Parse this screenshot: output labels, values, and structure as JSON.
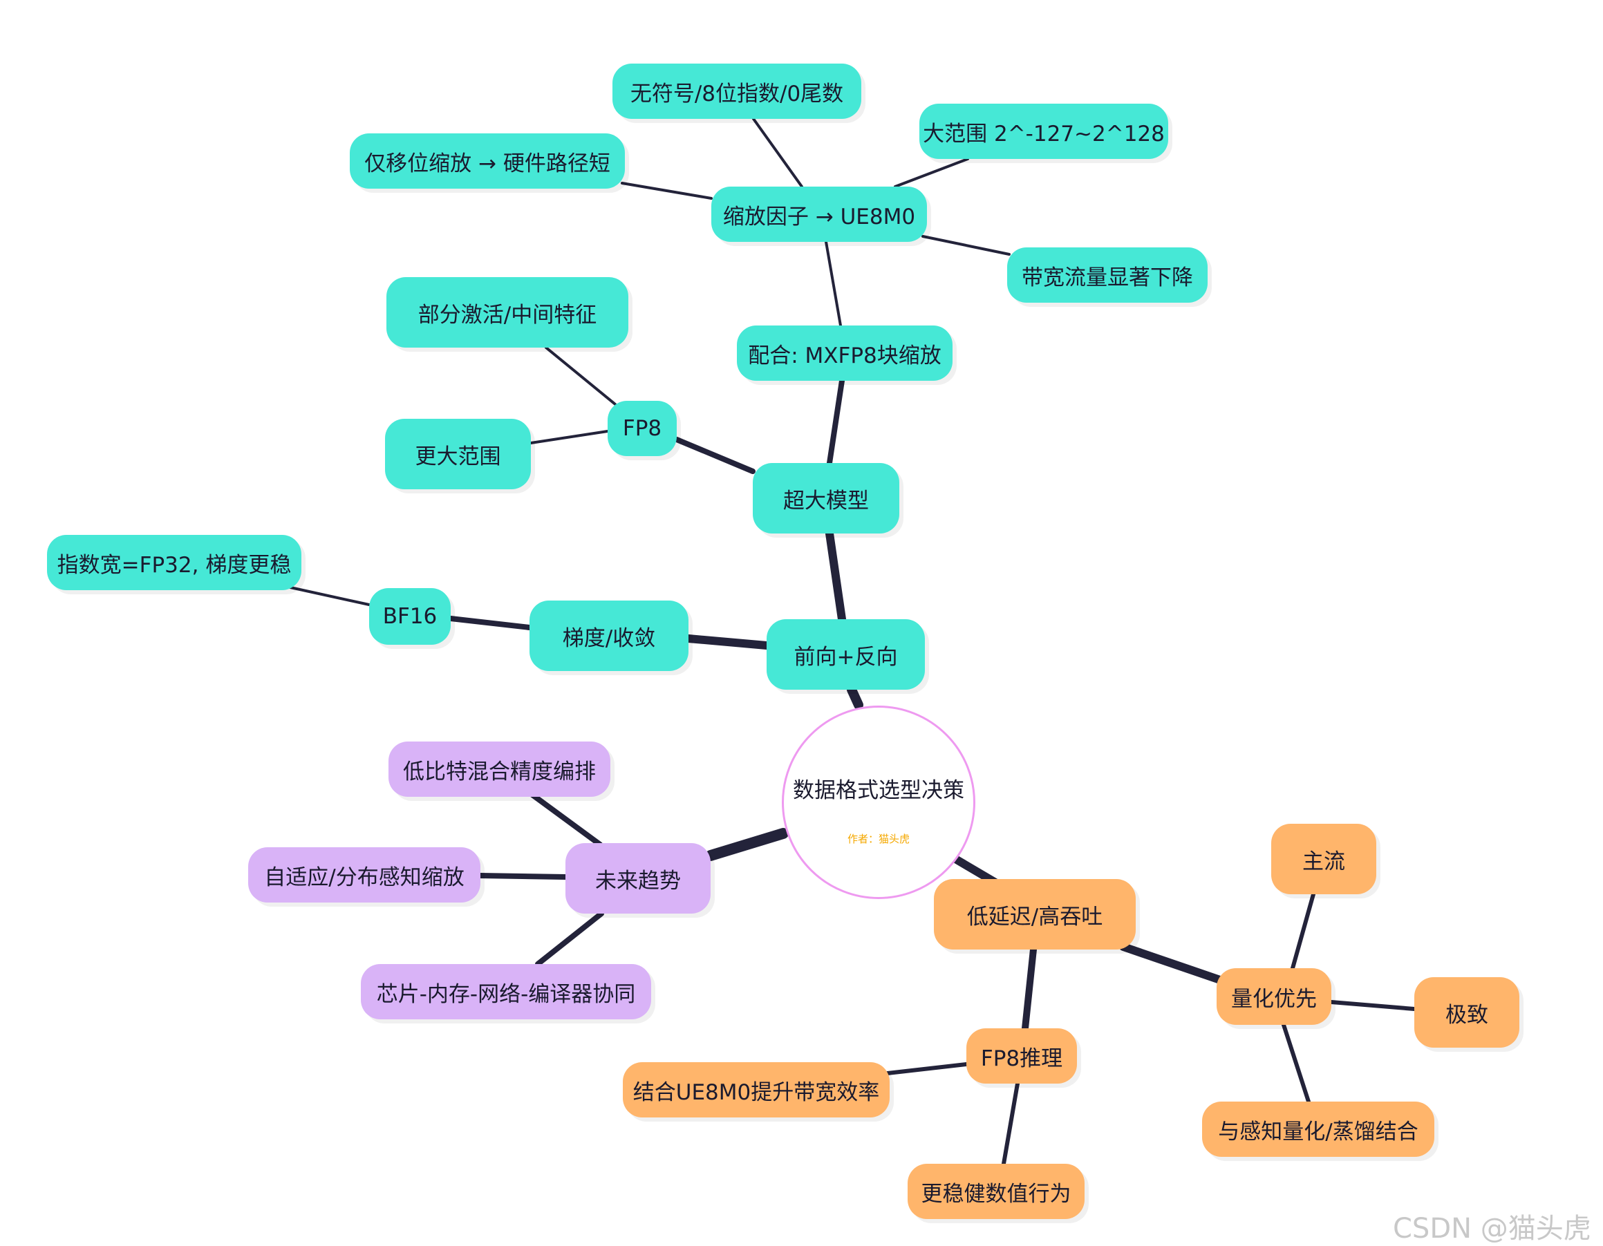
{
  "root": {
    "title": "数据格式选型决策",
    "author": "作者：猫头虎"
  },
  "nodes": {
    "n_mxfp8_unsigned": "无符号/8位指数/0尾数",
    "n_range": "大范围 2^-127~2^128",
    "n_shift": "仅移位缩放 → 硬件路径短",
    "n_scale_factor": "缩放因子 → UE8M0",
    "n_bandwidth": "带宽流量显著下降",
    "n_partial_act": "部分激活/中间特征",
    "n_mxfp8": "配合: MXFP8块缩放",
    "n_fp8": "FP8",
    "n_bigger_range": "更大范围",
    "n_huge_model": "超大模型",
    "n_bf16_exp": "指数宽=FP32, 梯度更稳",
    "n_bf16": "BF16",
    "n_gradient": "梯度/收敛",
    "n_fwd_bwd": "前向+反向",
    "n_lowbit": "低比特混合精度编排",
    "n_adaptive": "自适应/分布感知缩放",
    "n_future": "未来趋势",
    "n_chip": "芯片-内存-网络-编译器协同",
    "n_low_latency": "低延迟/高吞吐",
    "n_mainstream": "主流",
    "n_quant_first": "量化优先",
    "n_extreme": "极致",
    "n_fp8_infer": "FP8推理",
    "n_ue8m0_bw": "结合UE8M0提升带宽效率",
    "n_distill": "与感知量化/蒸馏结合",
    "n_stable": "更稳健数值行为"
  },
  "colors": {
    "teal": "#46e8d6",
    "orange": "#ffb56b",
    "purple": "#d9b3f7",
    "edge": "#23233a",
    "root_border": "#ee9af0"
  },
  "watermark": "CSDN @猫头虎"
}
